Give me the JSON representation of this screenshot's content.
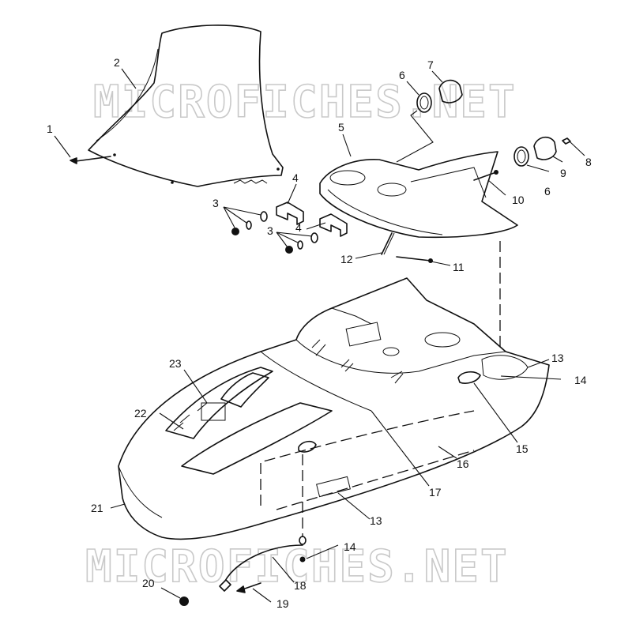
{
  "watermark": {
    "top": "MICROFICHES.NET",
    "bottom": "MICROFICHES.NET"
  },
  "callouts": [
    {
      "id": "c1",
      "label": "1"
    },
    {
      "id": "c2",
      "label": "2"
    },
    {
      "id": "c3a",
      "label": "3"
    },
    {
      "id": "c3b",
      "label": "3"
    },
    {
      "id": "c4a",
      "label": "4"
    },
    {
      "id": "c4b",
      "label": "4"
    },
    {
      "id": "c5",
      "label": "5"
    },
    {
      "id": "c6a",
      "label": "6"
    },
    {
      "id": "c6b",
      "label": "6"
    },
    {
      "id": "c7",
      "label": "7"
    },
    {
      "id": "c8",
      "label": "8"
    },
    {
      "id": "c9",
      "label": "9"
    },
    {
      "id": "c10",
      "label": "10"
    },
    {
      "id": "c11",
      "label": "11"
    },
    {
      "id": "c12",
      "label": "12"
    },
    {
      "id": "c13a",
      "label": "13"
    },
    {
      "id": "c13b",
      "label": "13"
    },
    {
      "id": "c14a",
      "label": "14"
    },
    {
      "id": "c14b",
      "label": "14"
    },
    {
      "id": "c15",
      "label": "15"
    },
    {
      "id": "c16",
      "label": "16"
    },
    {
      "id": "c17",
      "label": "17"
    },
    {
      "id": "c18",
      "label": "18"
    },
    {
      "id": "c19",
      "label": "19"
    },
    {
      "id": "c20",
      "label": "20"
    },
    {
      "id": "c21",
      "label": "21"
    },
    {
      "id": "c22",
      "label": "22"
    },
    {
      "id": "c23",
      "label": "23"
    }
  ]
}
